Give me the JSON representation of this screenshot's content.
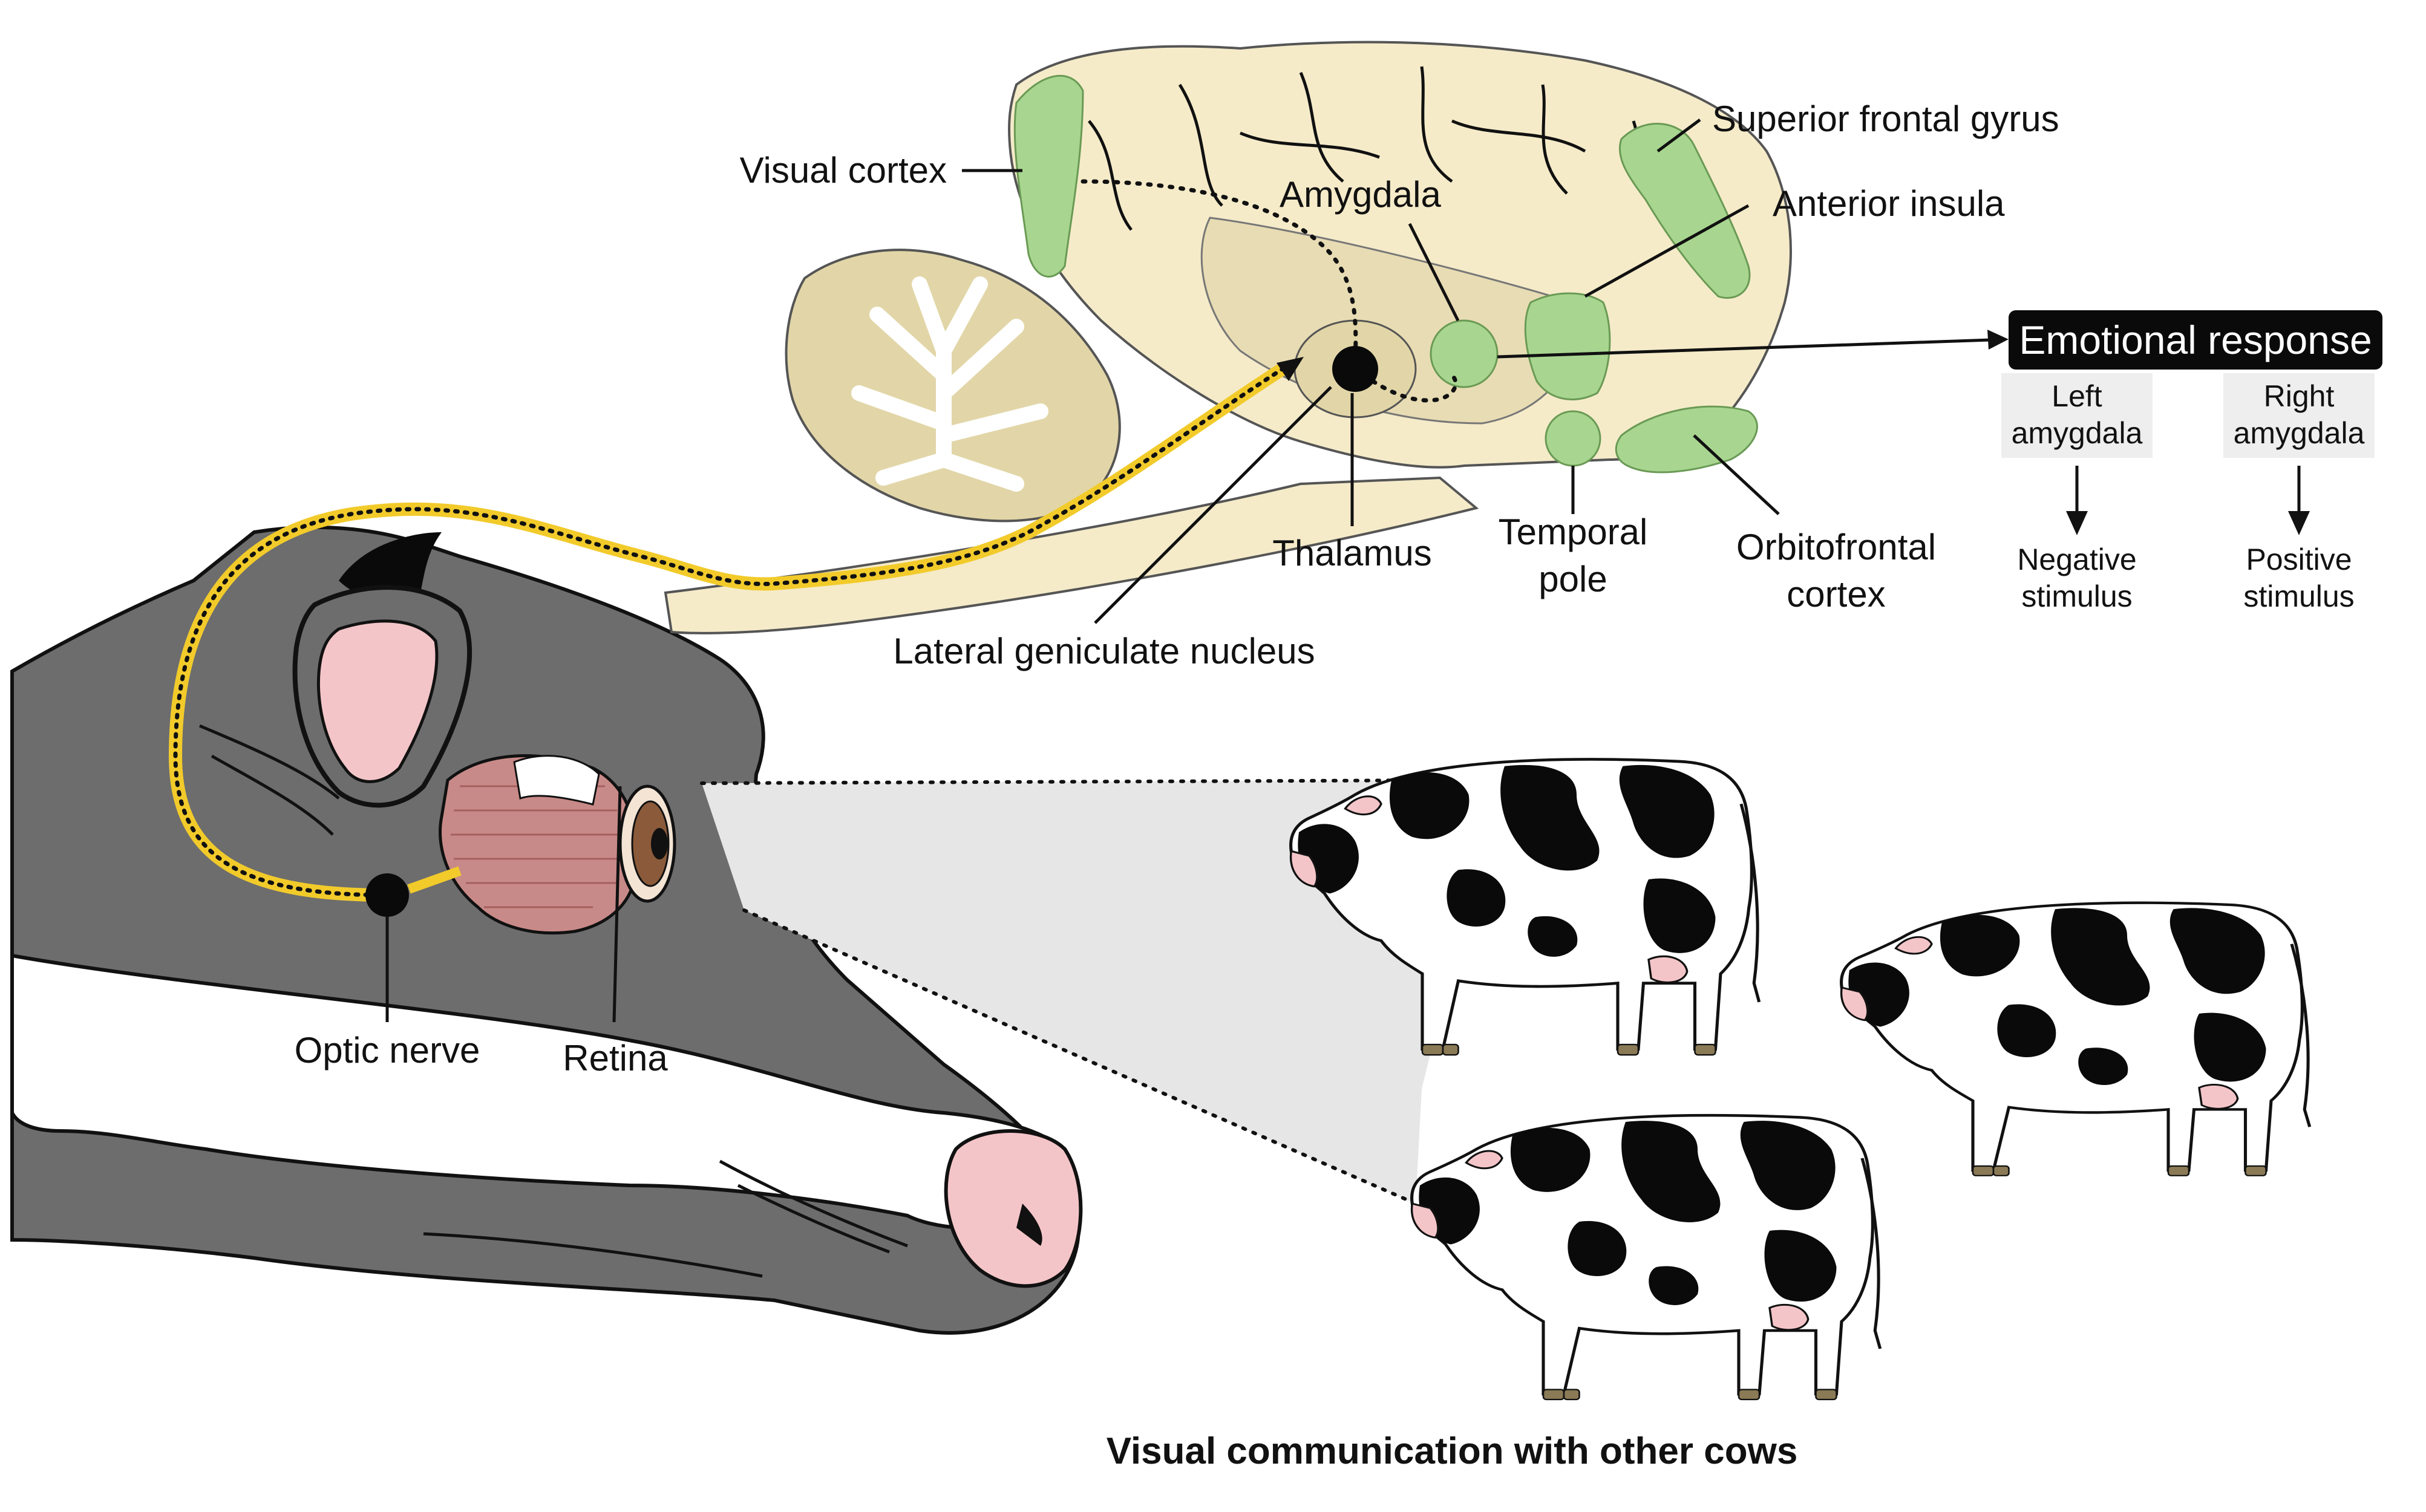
{
  "colors": {
    "brain": "#f5ebc9",
    "brain_inner": "#e8dcb4",
    "cerebellum": "#e2d6a8",
    "region_green": "#a8d690",
    "visual_pathway": "#f2cb2b",
    "cow_gray": "#6d6d6d",
    "skin_pink": "#f4c5c8",
    "muscle": "#c88a88",
    "visual_field": "#e6e6e6",
    "badge_black": "#0a0a0a",
    "box_gray": "#eeeeee"
  },
  "labels": {
    "visual_cortex": "Visual cortex",
    "amygdala": "Amygdala",
    "superior_frontal_gyrus": "Superior frontal gyrus",
    "anterior_insula": "Anterior insula",
    "thalamus": "Thalamus",
    "temporal_pole_line1": "Temporal",
    "temporal_pole_line2": "pole",
    "orbitofrontal_line1": "Orbitofrontal",
    "orbitofrontal_line2": "cortex",
    "lateral_geniculate_nucleus": "Lateral geniculate nucleus",
    "optic_nerve": "Optic nerve",
    "retina": "Retina"
  },
  "emotional_response": {
    "title": "Emotional response",
    "left_line1": "Left",
    "left_line2": "amygdala",
    "right_line1": "Right",
    "right_line2": "amygdala",
    "negative_line1": "Negative",
    "negative_line2": "stimulus",
    "positive_line1": "Positive",
    "positive_line2": "stimulus"
  },
  "caption": "Visual communication with other cows",
  "icons": {
    "brain": "brain-sagittal-icon",
    "cow_head": "cow-head-icon",
    "eyeball": "eyeball-icon",
    "cows": "holstein-cow-icon"
  }
}
